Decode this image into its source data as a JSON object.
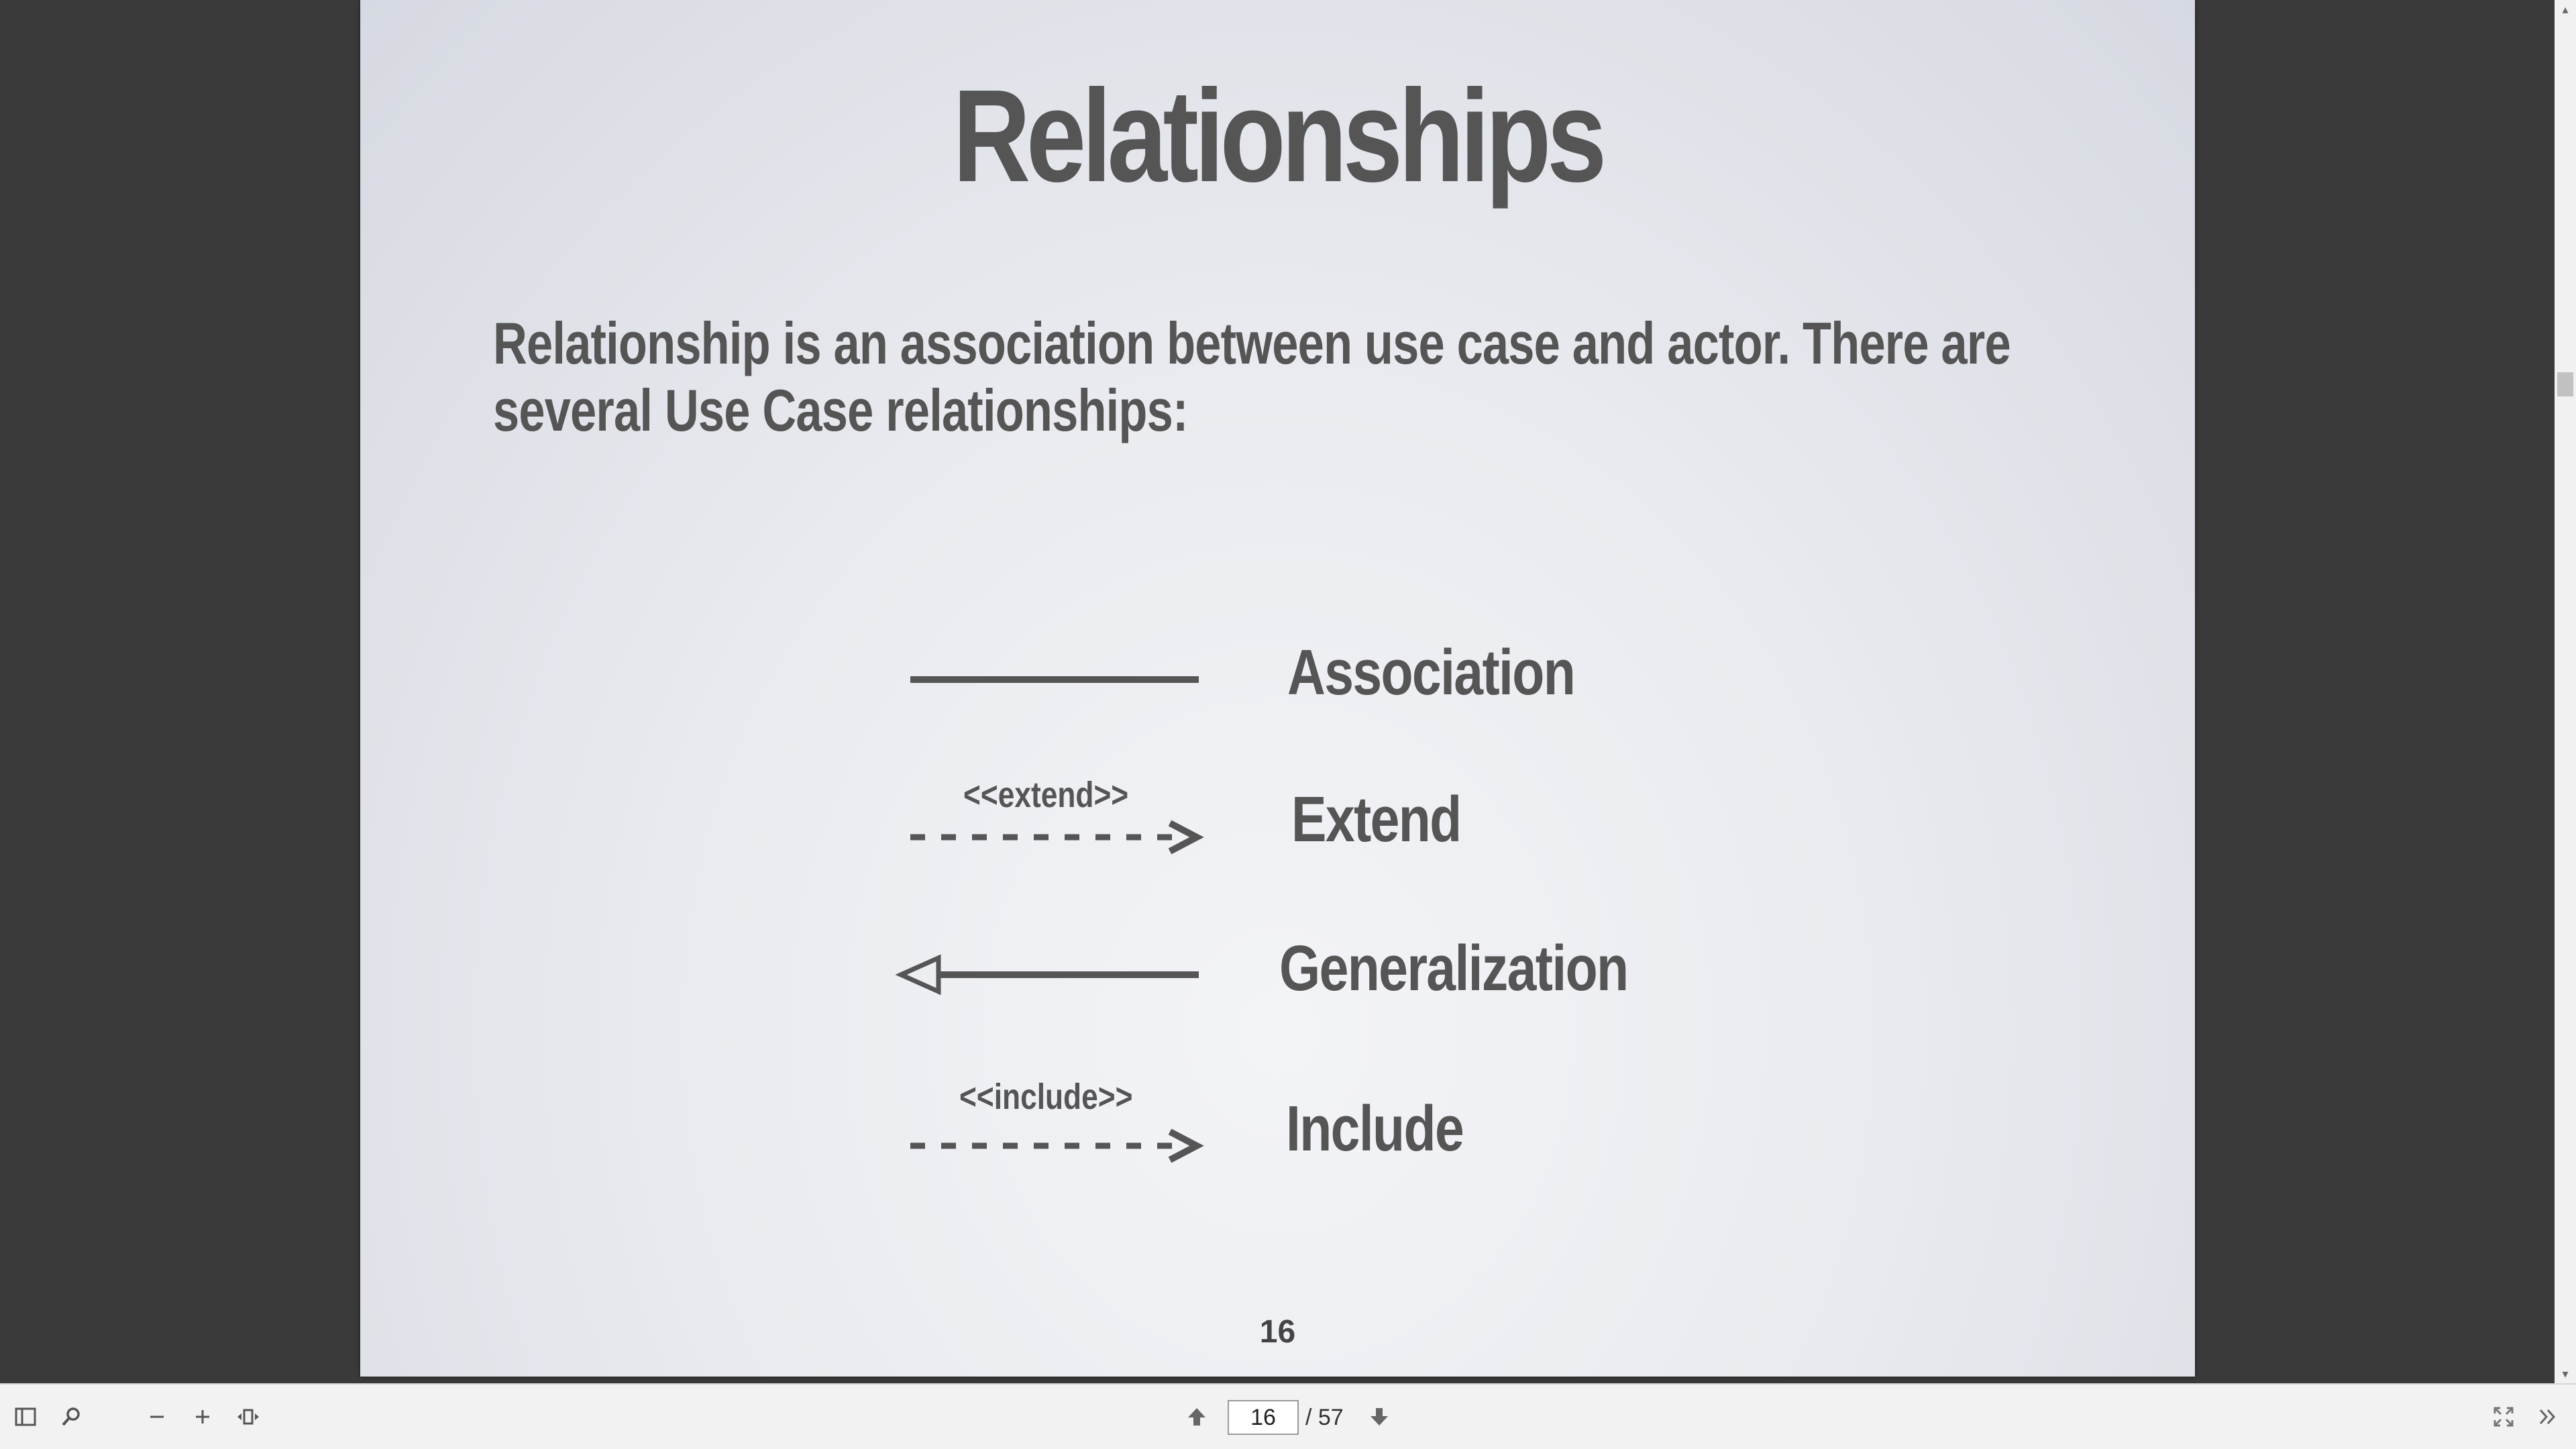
{
  "slide": {
    "title": "Relationships",
    "body": "Relationship is an association between use case and actor. There are several Use Case relationships:",
    "relationships": [
      {
        "label": "Association"
      },
      {
        "label": "Extend",
        "stereotype": "<<extend>>"
      },
      {
        "label": "Generalization"
      },
      {
        "label": "Include",
        "stereotype": "<<include>>"
      }
    ],
    "page_number": "16",
    "colors": {
      "text": "#555556",
      "line": "#555556"
    }
  },
  "toolbar": {
    "sidebar_toggle_icon": "sidebar-icon",
    "search_icon": "search-icon",
    "zoom_out_icon": "minus-icon",
    "zoom_in_icon": "plus-icon",
    "fit_icon": "fit-width-icon",
    "prev_icon": "arrow-up-icon",
    "next_icon": "arrow-down-icon",
    "current_page": "16",
    "total_pages": "/ 57",
    "fullscreen_icon": "fullscreen-icon",
    "more_icon": "double-chevron-right-icon"
  }
}
